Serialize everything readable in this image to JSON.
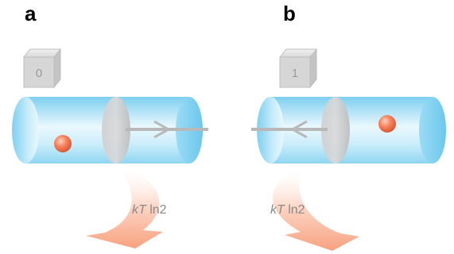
{
  "panels": {
    "a": {
      "letter": "a",
      "bit_value": "0",
      "energy_label_k": "k",
      "energy_label_T": "T",
      "energy_label_rest": " ln2"
    },
    "b": {
      "letter": "b",
      "bit_value": "1",
      "energy_label_k": "k",
      "energy_label_T": "T",
      "energy_label_rest": " ln2"
    }
  },
  "colors": {
    "cylinder": "#8fd6f2",
    "cylinder_light": "#e8f7fd",
    "piston": "#c9c9c9",
    "rod": "#b5b5b5",
    "particle": "#f06a4a",
    "heat_arrow": "#f9a98a",
    "cube": "#cfcfcf"
  }
}
